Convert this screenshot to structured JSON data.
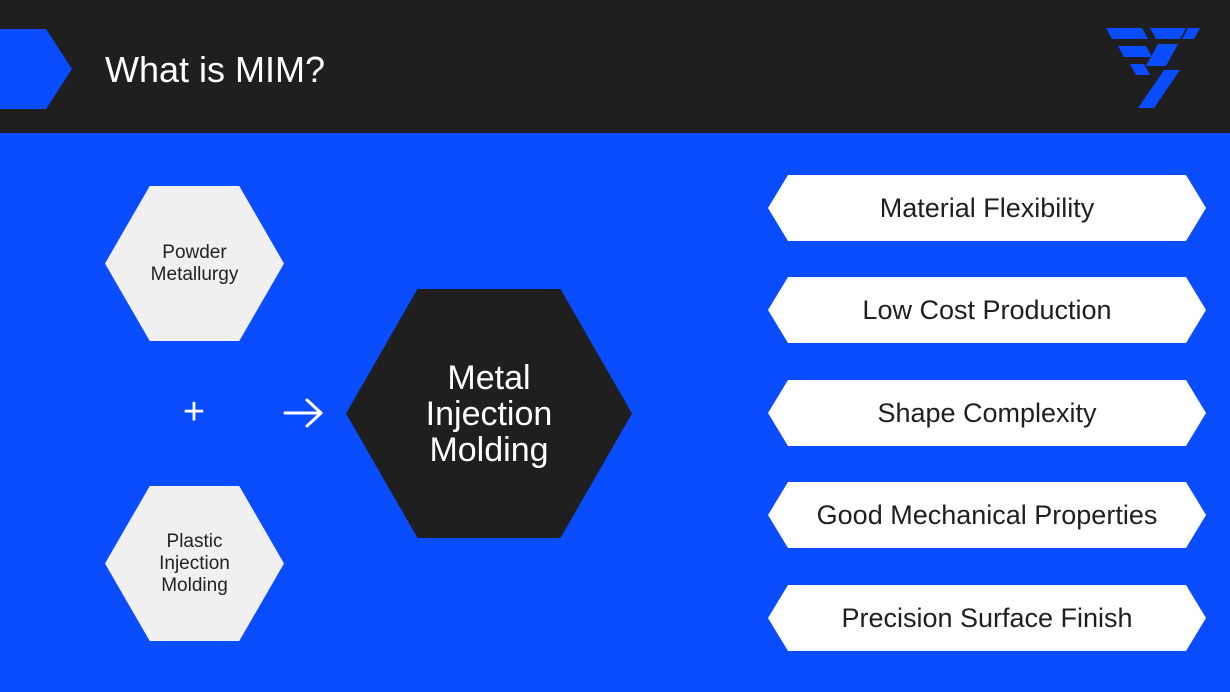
{
  "header": {
    "title": "What is MIM?",
    "logo_icon": "company-logo-icon"
  },
  "diagram": {
    "input_top": "Powder\nMetallurgy",
    "operator": "+",
    "input_bottom": "Plastic\nInjection\nMolding",
    "result": "Metal\nInjection\nMolding",
    "arrow_icon": "arrow-right-icon"
  },
  "benefits": [
    "Material Flexibility",
    "Low Cost Production",
    "Shape Complexity",
    "Good Mechanical Properties",
    "Precision Surface Finish"
  ],
  "colors": {
    "accent_blue": "#0a4cff",
    "dark": "#1f1f1f",
    "light": "#f0f0f0",
    "white": "#ffffff"
  }
}
